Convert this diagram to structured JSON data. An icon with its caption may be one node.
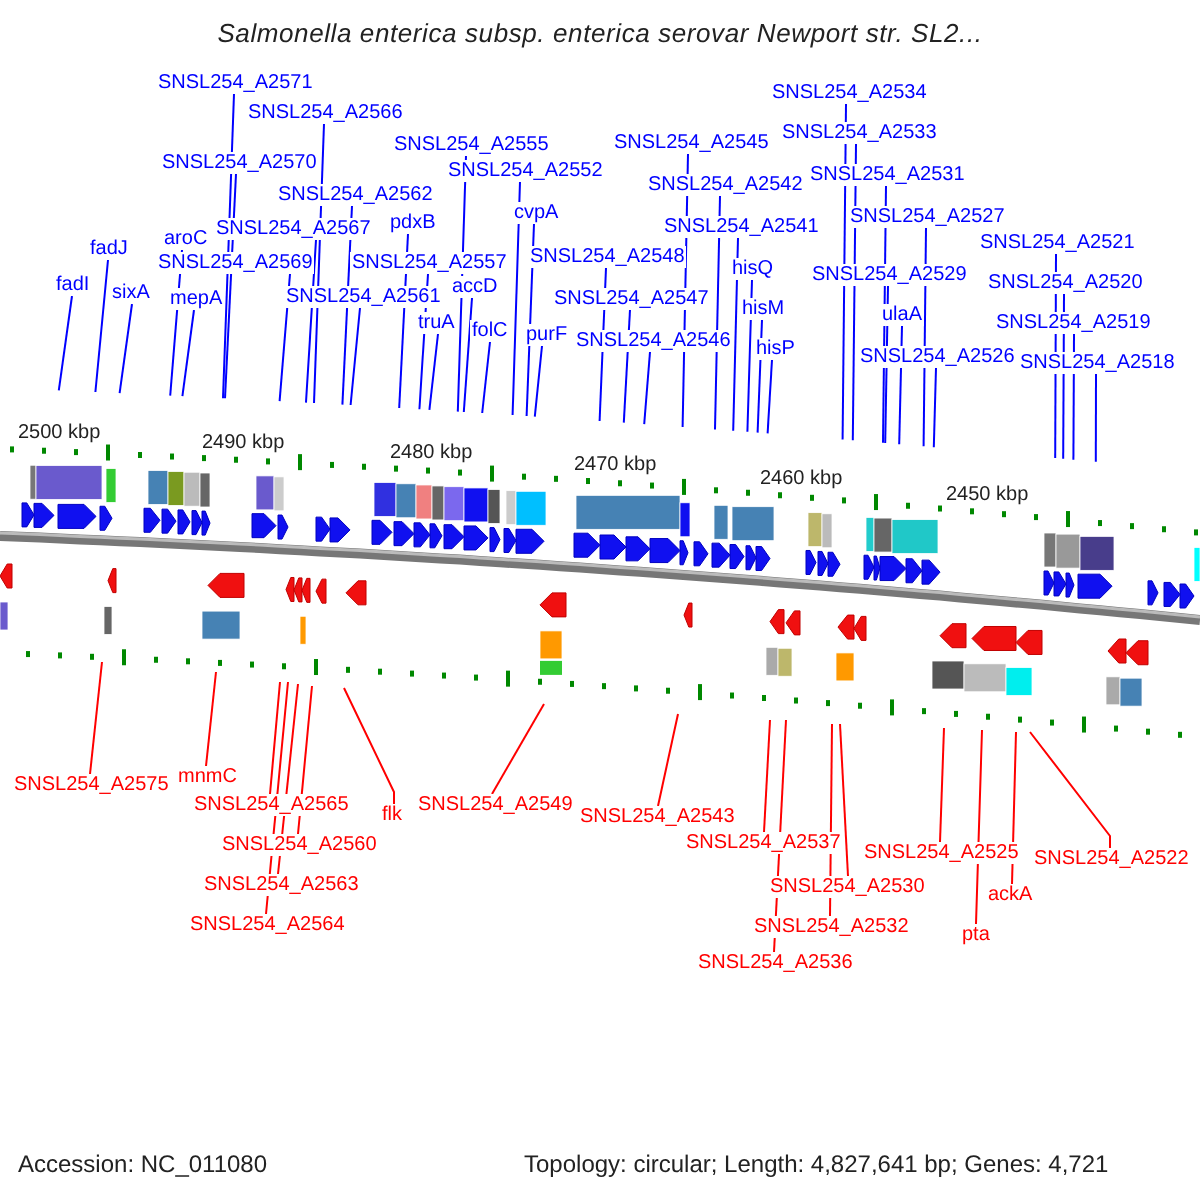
{
  "diagram": {
    "title": "Salmonella enterica subsp. enterica serovar Newport str. SL2...",
    "nodes": [
      {
        "text": [
          "SNSL254_A2571"
        ]
      },
      {
        "text": [
          "SNSL254_A2566"
        ]
      },
      {
        "text": [
          "SNSL254_A2570"
        ]
      },
      {
        "text": [
          "SNSL254_A2562"
        ]
      },
      {
        "text": [
          "SNSL254_A2567"
        ]
      },
      {
        "text": [
          "aroC"
        ]
      },
      {
        "text": [
          "SNSL254_A2569"
        ]
      },
      {
        "text": [
          "fadJ"
        ]
      },
      {
        "text": [
          "fadI"
        ]
      },
      {
        "text": [
          "sixA"
        ]
      },
      {
        "text": [
          "mepA"
        ]
      },
      {
        "text": [
          "SNSL254_A2561"
        ]
      },
      {
        "text": [
          "pdxB"
        ]
      },
      {
        "text": [
          "SNSL254_A2555"
        ]
      },
      {
        "text": [
          "SNSL254_A2552"
        ]
      },
      {
        "text": [
          "cvpA"
        ]
      },
      {
        "text": [
          "SNSL254_A2557"
        ]
      },
      {
        "text": [
          "accD"
        ]
      },
      {
        "text": [
          "truA"
        ]
      },
      {
        "text": [
          "folC"
        ]
      },
      {
        "text": [
          "purF"
        ]
      },
      {
        "text": [
          "SNSL254_A2548"
        ]
      },
      {
        "text": [
          "SNSL254_A2547"
        ]
      },
      {
        "text": [
          "SNSL254_A2546"
        ]
      },
      {
        "text": [
          "SNSL254_A2545"
        ]
      },
      {
        "text": [
          "SNSL254_A2542"
        ]
      },
      {
        "text": [
          "SNSL254_A2541"
        ]
      },
      {
        "text": [
          "hisQ"
        ]
      },
      {
        "text": [
          "hisM"
        ]
      },
      {
        "text": [
          "hisP"
        ]
      },
      {
        "text": [
          "SNSL254_A2534"
        ]
      },
      {
        "text": [
          "SNSL254_A2533"
        ]
      },
      {
        "text": [
          "SNSL254_A2531"
        ]
      },
      {
        "text": [
          "SNSL254_A2527"
        ]
      },
      {
        "text": [
          "SNSL254_A2529"
        ]
      },
      {
        "text": [
          "ulaA"
        ]
      },
      {
        "text": [
          "SNSL254_A2526"
        ]
      },
      {
        "text": [
          "SNSL254_A2521"
        ]
      },
      {
        "text": [
          "SNSL254_A2520"
        ]
      },
      {
        "text": [
          "SNSL254_A2519"
        ]
      },
      {
        "text": [
          "SNSL254_A2518"
        ]
      },
      {
        "text": [
          "SNSL254_A2575"
        ]
      },
      {
        "text": [
          "mnmC"
        ]
      },
      {
        "text": [
          "SNSL254_A2565"
        ]
      },
      {
        "text": [
          "SNSL254_A2560"
        ]
      },
      {
        "text": [
          "SNSL254_A2563"
        ]
      },
      {
        "text": [
          "SNSL254_A2564"
        ]
      },
      {
        "text": [
          "flk"
        ]
      },
      {
        "text": [
          "SNSL254_A2549"
        ]
      },
      {
        "text": [
          "SNSL254_A2543"
        ]
      },
      {
        "text": [
          "SNSL254_A2537"
        ]
      },
      {
        "text": [
          "SNSL254_A2530"
        ]
      },
      {
        "text": [
          "SNSL254_A2532"
        ]
      },
      {
        "text": [
          "SNSL254_A2536"
        ]
      },
      {
        "text": [
          "SNSL254_A2525"
        ]
      },
      {
        "text": [
          "pta"
        ]
      },
      {
        "text": [
          "ackA"
        ]
      },
      {
        "text": [
          "SNSL254_A2522"
        ]
      }
    ],
    "edges": [
      {
        "from": 0,
        "to": null,
        "arrow": "none"
      },
      {
        "from": 1,
        "to": null,
        "arrow": "none"
      },
      {
        "from": 2,
        "to": null,
        "arrow": "none"
      },
      {
        "from": 3,
        "to": null,
        "arrow": "none"
      },
      {
        "from": 4,
        "to": null,
        "arrow": "none"
      },
      {
        "from": 5,
        "to": null,
        "arrow": "none"
      },
      {
        "from": 6,
        "to": null,
        "arrow": "none"
      },
      {
        "from": 7,
        "to": null,
        "arrow": "none"
      },
      {
        "from": 8,
        "to": null,
        "arrow": "none"
      },
      {
        "from": 9,
        "to": null,
        "arrow": "none"
      },
      {
        "from": 10,
        "to": null,
        "arrow": "none"
      },
      {
        "from": 11,
        "to": null,
        "arrow": "none"
      },
      {
        "from": 12,
        "to": null,
        "arrow": "none"
      },
      {
        "from": 13,
        "to": null,
        "arrow": "none"
      },
      {
        "from": 14,
        "to": null,
        "arrow": "none"
      },
      {
        "from": 15,
        "to": null,
        "arrow": "none"
      },
      {
        "from": 16,
        "to": null,
        "arrow": "none"
      },
      {
        "from": 17,
        "to": null,
        "arrow": "none"
      },
      {
        "from": 18,
        "to": null,
        "arrow": "none"
      },
      {
        "from": 19,
        "to": null,
        "arrow": "none"
      },
      {
        "from": 20,
        "to": null,
        "arrow": "none"
      },
      {
        "from": 21,
        "to": null,
        "arrow": "none"
      },
      {
        "from": 22,
        "to": null,
        "arrow": "none"
      },
      {
        "from": 23,
        "to": null,
        "arrow": "none"
      },
      {
        "from": 24,
        "to": null,
        "arrow": "none"
      },
      {
        "from": 25,
        "to": null,
        "arrow": "none"
      },
      {
        "from": 26,
        "to": null,
        "arrow": "none"
      },
      {
        "from": 27,
        "to": null,
        "arrow": "none"
      },
      {
        "from": 28,
        "to": null,
        "arrow": "none"
      },
      {
        "from": 29,
        "to": null,
        "arrow": "none"
      },
      {
        "from": 30,
        "to": null,
        "arrow": "none"
      },
      {
        "from": 31,
        "to": null,
        "arrow": "none"
      },
      {
        "from": 32,
        "to": null,
        "arrow": "none"
      },
      {
        "from": 33,
        "to": null,
        "arrow": "none"
      },
      {
        "from": 34,
        "to": null,
        "arrow": "none"
      },
      {
        "from": 35,
        "to": null,
        "arrow": "none"
      },
      {
        "from": 36,
        "to": null,
        "arrow": "none"
      },
      {
        "from": 37,
        "to": null,
        "arrow": "none"
      },
      {
        "from": 38,
        "to": null,
        "arrow": "none"
      },
      {
        "from": 39,
        "to": null,
        "arrow": "none"
      },
      {
        "from": 40,
        "to": null,
        "arrow": "none"
      },
      {
        "from": 41,
        "to": null,
        "arrow": "none",
        "color": "#ff0000"
      },
      {
        "from": 42,
        "to": null,
        "arrow": "none",
        "color": "#ff0000"
      },
      {
        "from": 43,
        "to": null,
        "arrow": "none",
        "color": "#ff0000"
      },
      {
        "from": 44,
        "to": null,
        "arrow": "none",
        "color": "#ff0000"
      },
      {
        "from": 45,
        "to": null,
        "arrow": "none",
        "color": "#ff0000"
      },
      {
        "from": 46,
        "to": null,
        "arrow": "none",
        "color": "#ff0000"
      },
      {
        "from": 47,
        "to": null,
        "arrow": "none",
        "color": "#ff0000"
      },
      {
        "from": 48,
        "to": null,
        "arrow": "none",
        "color": "#ff0000"
      },
      {
        "from": 49,
        "to": null,
        "arrow": "none",
        "color": "#ff0000"
      },
      {
        "from": 50,
        "to": null,
        "arrow": "none",
        "color": "#ff0000"
      },
      {
        "from": 51,
        "to": null,
        "arrow": "none",
        "color": "#ff0000"
      },
      {
        "from": 52,
        "to": null,
        "arrow": "none",
        "color": "#ff0000"
      },
      {
        "from": 53,
        "to": null,
        "arrow": "none",
        "color": "#ff0000"
      },
      {
        "from": 54,
        "to": null,
        "arrow": "none",
        "color": "#ff0000"
      },
      {
        "from": 55,
        "to": null,
        "arrow": "none",
        "color": "#ff0000"
      },
      {
        "from": 56,
        "to": null,
        "arrow": "none",
        "color": "#ff0000"
      },
      {
        "from": 57,
        "to": null,
        "arrow": "none",
        "color": "#ff0000"
      }
    ],
    "labels": [
      "2500 kbp",
      "2490 kbp",
      "2480 kbp",
      "2470 kbp",
      "2460 kbp",
      "2450 kbp",
      "Accession: NC_011080",
      "Topology: circular; Length: 4,827,641 bp; Genes: 4,721"
    ]
  }
}
